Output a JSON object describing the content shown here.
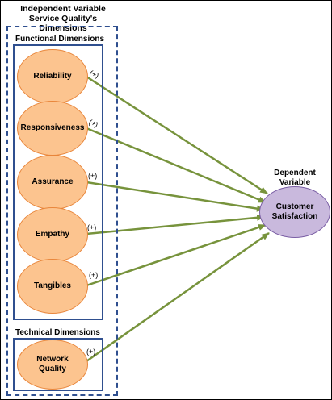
{
  "independent": {
    "title_line1": "Independent Variable",
    "title_line2": "Service Quality's Dimensions"
  },
  "functional": {
    "title": "Functional Dimensions",
    "items": [
      {
        "label": "Reliability",
        "sign": "(+)"
      },
      {
        "label": "Responsiveness",
        "sign": "(+)"
      },
      {
        "label": "Assurance",
        "sign": "(+)"
      },
      {
        "label": "Empathy",
        "sign": "(+)"
      },
      {
        "label": "Tangibles",
        "sign": "(+)"
      }
    ]
  },
  "technical": {
    "title": "Technical Dimensions",
    "items": [
      {
        "label_line1": "Network",
        "label_line2": "Quality",
        "sign": "(+)"
      }
    ]
  },
  "dependent": {
    "title_line1": "Dependent",
    "title_line2": "Variable",
    "label_line1": "Customer",
    "label_line2": "Satisfaction"
  },
  "colors": {
    "arrow": "#77933c",
    "iv_fill": "#fcc48f",
    "iv_border": "#e8853a",
    "dv_fill": "#c9b9dd",
    "dv_border": "#7b5fa5",
    "box_border": "#2f4f8f"
  }
}
